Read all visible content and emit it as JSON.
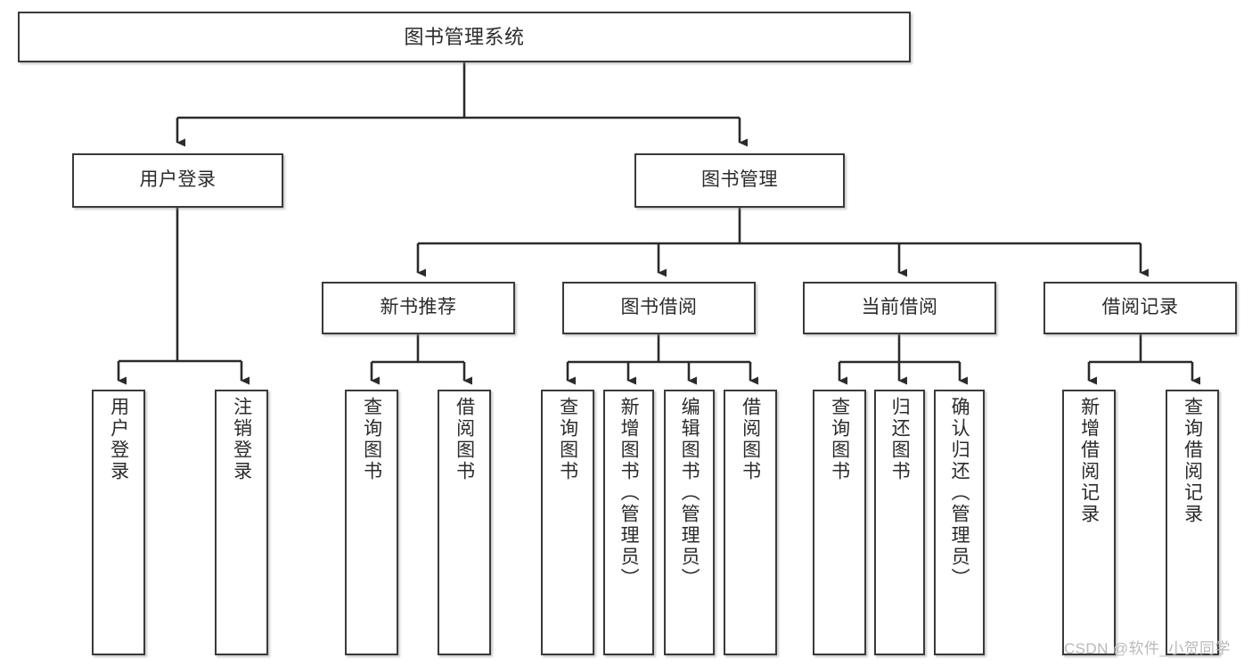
{
  "diagram": {
    "type": "tree-hierarchy-chart",
    "title_text": "图书管理系统",
    "colors": {
      "box_border": "#3a3a3a",
      "box_fill": "#ffffff",
      "text": "#2b2b2b",
      "connector": "#2b2b2b",
      "watermark": "#b9b9b9",
      "background": "#ffffff"
    },
    "nodes": {
      "root": {
        "label": "图书管理系统"
      },
      "level2": [
        {
          "id": "user-login",
          "label": "用户登录"
        },
        {
          "id": "book-management",
          "label": "图书管理"
        }
      ],
      "level3": [
        {
          "id": "new-book-recommend",
          "label": "新书推荐"
        },
        {
          "id": "book-borrow",
          "label": "图书借阅"
        },
        {
          "id": "current-borrow",
          "label": "当前借阅"
        },
        {
          "id": "borrow-record",
          "label": "借阅记录"
        }
      ],
      "leaves": {
        "user_login": [
          {
            "id": "leaf-user-login",
            "label": "用户登录"
          },
          {
            "id": "leaf-logout-login",
            "label": "注销登录"
          }
        ],
        "new_book_recommend": [
          {
            "id": "leaf-query-book-1",
            "label": "查询图书"
          },
          {
            "id": "leaf-borrow-book-1",
            "label": "借阅图书"
          }
        ],
        "book_borrow": [
          {
            "id": "leaf-query-book-2",
            "label": "查询图书"
          },
          {
            "id": "leaf-add-book",
            "label": "新增图书（管理员）"
          },
          {
            "id": "leaf-edit-book",
            "label": "编辑图书（管理员）"
          },
          {
            "id": "leaf-borrow-book-2",
            "label": "借阅图书"
          }
        ],
        "current_borrow": [
          {
            "id": "leaf-query-book-3",
            "label": "查询图书"
          },
          {
            "id": "leaf-return-book",
            "label": "归还图书"
          },
          {
            "id": "leaf-confirm-return",
            "label": "确认归还（管理员）"
          }
        ],
        "borrow_record": [
          {
            "id": "leaf-add-borrow-record",
            "label": "新增借阅记录"
          },
          {
            "id": "leaf-query-borrow-record",
            "label": "查询借阅记录"
          }
        ]
      }
    },
    "watermark": {
      "text": "CSDN @软件_小贺同学"
    }
  }
}
